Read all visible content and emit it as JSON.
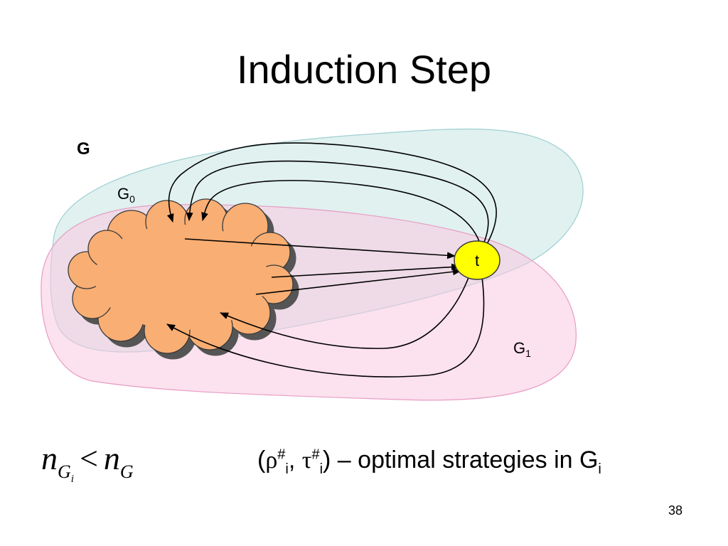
{
  "slide": {
    "title": "Induction Step",
    "number": "38"
  },
  "diagram": {
    "graph_label": "G",
    "region0": {
      "base": "G",
      "sub": "0"
    },
    "region1": {
      "base": "G",
      "sub": "1"
    },
    "target_node": "t",
    "colors": {
      "region0_fill": "#d6ecea",
      "region1_fill": "#f9c8e0",
      "cloud_fill": "#f9ae73",
      "target_fill": "#ffff00"
    }
  },
  "formula": {
    "n": "n",
    "G": "G",
    "i": "i",
    "lt": "<"
  },
  "strategies": {
    "open": "(",
    "rho": "ρ",
    "hash": "#",
    "i": "i",
    "comma": ", ",
    "tau": "τ",
    "close": ")",
    "text": " – optimal strategies in G",
    "sub": "i"
  }
}
